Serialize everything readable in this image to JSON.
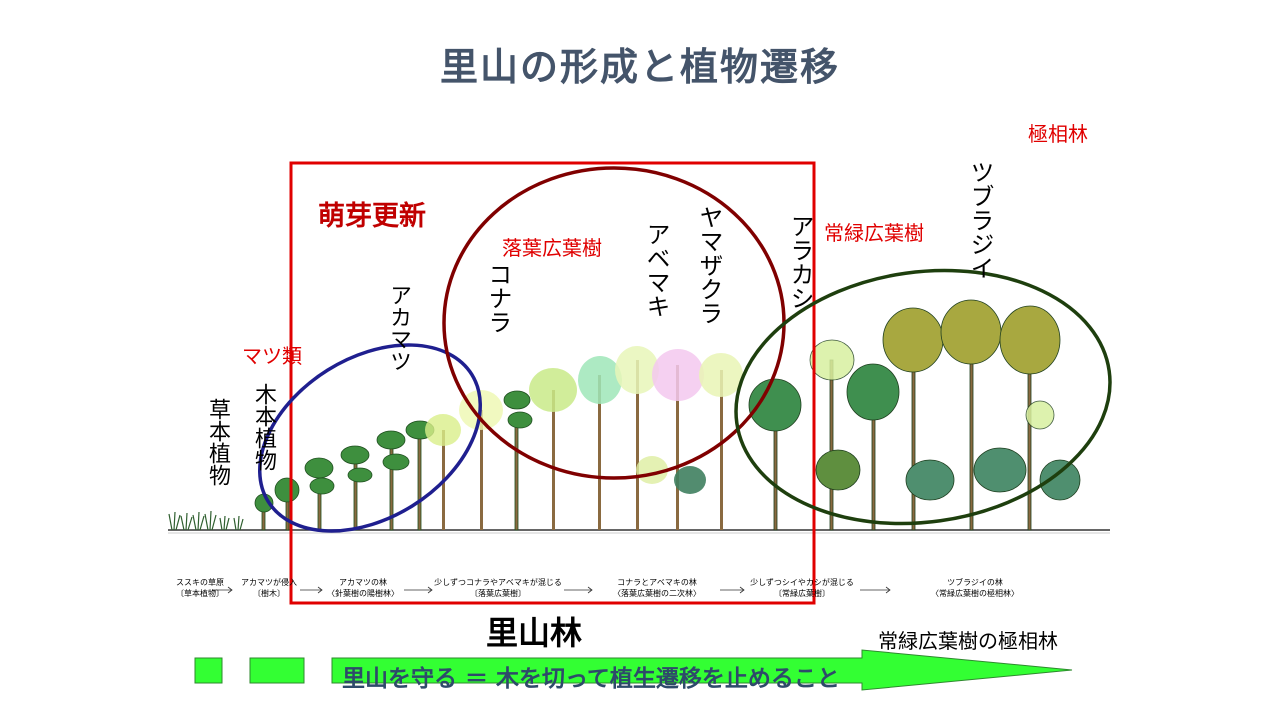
{
  "title": "里山の形成と植物遷移",
  "labels": {
    "climax": "極相林",
    "coppice": "萌芽更新",
    "deciduous": "落葉広葉樹",
    "evergreen": "常緑広葉樹",
    "pines": "マツ類",
    "herb": "草本植物",
    "woody": "木本植物",
    "akamatsu": "アカマツ",
    "konara": "コナラ",
    "abemaki": "アベマキ",
    "yamazakura": "ヤマザクラ",
    "arakashi": "アラカシ",
    "tsuburajii": "ツブラジイ"
  },
  "stages": [
    "ススキの草原\n〔草本植物〕",
    "アカマツが侵入\n〔樹木〕",
    "アカマツの林\n〈針葉樹の陽樹林〉",
    "少しずつコナラやアベマキが混じる\n〔落葉広葉樹〕",
    "コナラとアベマキの林\n〈落葉広葉樹の二次林〉",
    "少しずつシイやカシが混じる\n〔常緑広葉樹〕",
    "ツブラジイの林\n〈常緑広葉樹の極相林〉"
  ],
  "satoyama_label": "里山林",
  "climax_forest_label": "常緑広葉樹の極相林",
  "arrow_text": "里山を守る ＝ 木を切って植生遷移を止めること",
  "colors": {
    "title": "#44546A",
    "red": "#E00000",
    "frame": "#E00000",
    "blue_ellipse": "#1F1F8F",
    "maroon_ellipse": "#800000",
    "green_ellipse": "#1E3F0E",
    "arrow_fill": "#33FF33",
    "arrow_text": "#2E4A6A"
  }
}
